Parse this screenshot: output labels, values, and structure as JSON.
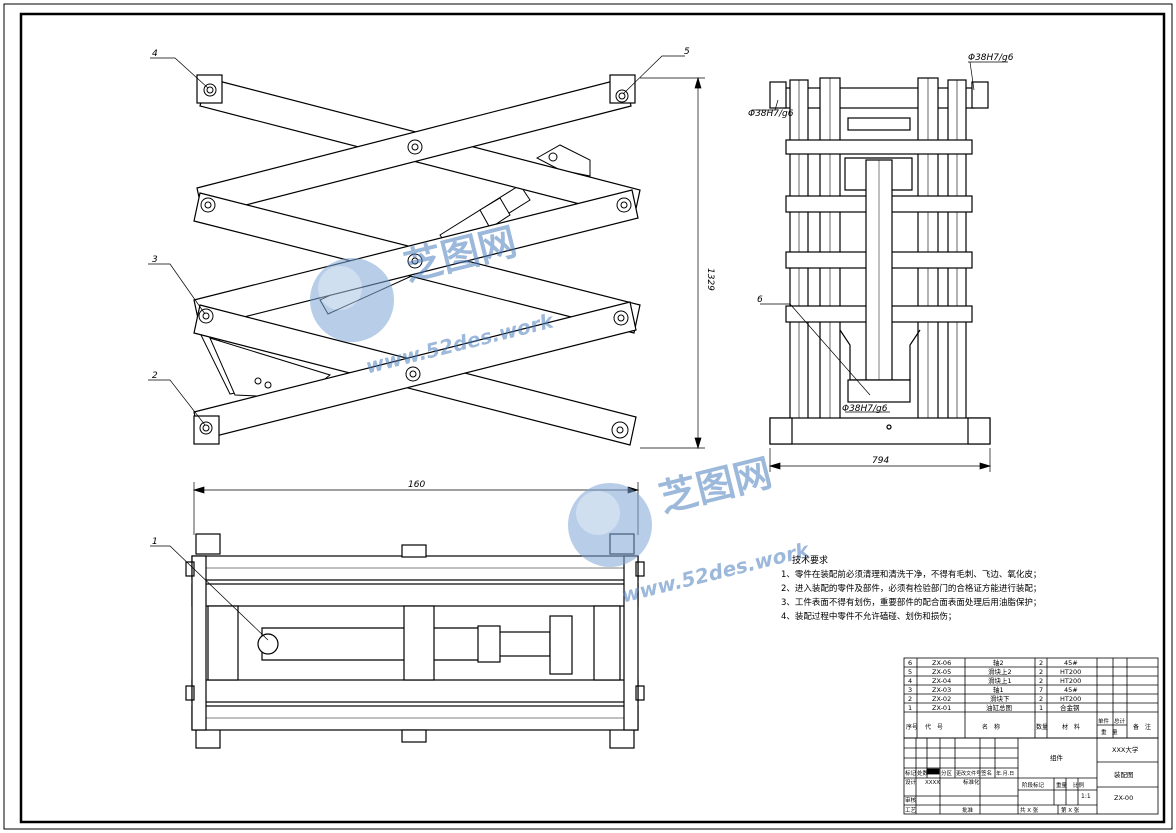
{
  "balloons": {
    "b1": "1",
    "b2": "2",
    "b3": "3",
    "b4": "4",
    "b5": "5",
    "b6": "6"
  },
  "dimensions": {
    "height": "1329",
    "width_top": "160",
    "width_side": "794",
    "fit_top_right": "Φ38H7/g6",
    "fit_top_left": "Φ38H7/g6",
    "fit_bottom": "Φ38H7/g6"
  },
  "watermark": {
    "brand": "芝图网",
    "url": "www.52des.work"
  },
  "tech": {
    "title": "技术要求",
    "lines": [
      "1、零件在装配前必须清理和清洗干净，不得有毛刺、飞边、氧化皮；",
      "2、进入装配的零件及部件，必须有检验部门的合格证方能进行装配；",
      "3、工件表面不得有划伤，重要部件的配合面表面处理后用油脂保护；",
      "4、装配过程中零件不允许磕碰、划伤和损伤；"
    ]
  },
  "bom": {
    "rows": [
      {
        "no": "6",
        "code": "ZX-06",
        "name": "轴2",
        "qty": "2",
        "mat": "45#"
      },
      {
        "no": "5",
        "code": "ZX-05",
        "name": "滑块上2",
        "qty": "2",
        "mat": "HT200"
      },
      {
        "no": "4",
        "code": "ZX-04",
        "name": "滑块上1",
        "qty": "2",
        "mat": "HT200"
      },
      {
        "no": "3",
        "code": "ZX-03",
        "name": "轴1",
        "qty": "7",
        "mat": "45#"
      },
      {
        "no": "2",
        "code": "ZX-02",
        "name": "滑块下",
        "qty": "2",
        "mat": "HT200"
      },
      {
        "no": "1",
        "code": "ZX-01",
        "name": "油缸总图",
        "qty": "1",
        "mat": "合金钢"
      }
    ],
    "header": {
      "no": "序号",
      "code": "代　号",
      "name": "名　称",
      "qty": "数量",
      "mat": "材　料",
      "single": "单件",
      "total": "总计",
      "weight": "重　量",
      "note": "备　注"
    }
  },
  "title_block": {
    "school": "XXX大学",
    "drawing": "装配图",
    "group": "组件",
    "code": "ZX-00",
    "scale": "1:1",
    "labels": {
      "mark": "标记",
      "count": "处数",
      "zone": "分区",
      "change": "更改文件号",
      "sign": "签名",
      "date": "年.月.日",
      "design": "设计",
      "designer": "XXXX",
      "std": "标准化",
      "stage": "阶段标记",
      "weight": "重量",
      "scale": "比例",
      "review": "审核",
      "craft": "工艺",
      "approve": "批准",
      "sheets_total": "共 X 张",
      "sheet_no": "第 X 张"
    }
  }
}
